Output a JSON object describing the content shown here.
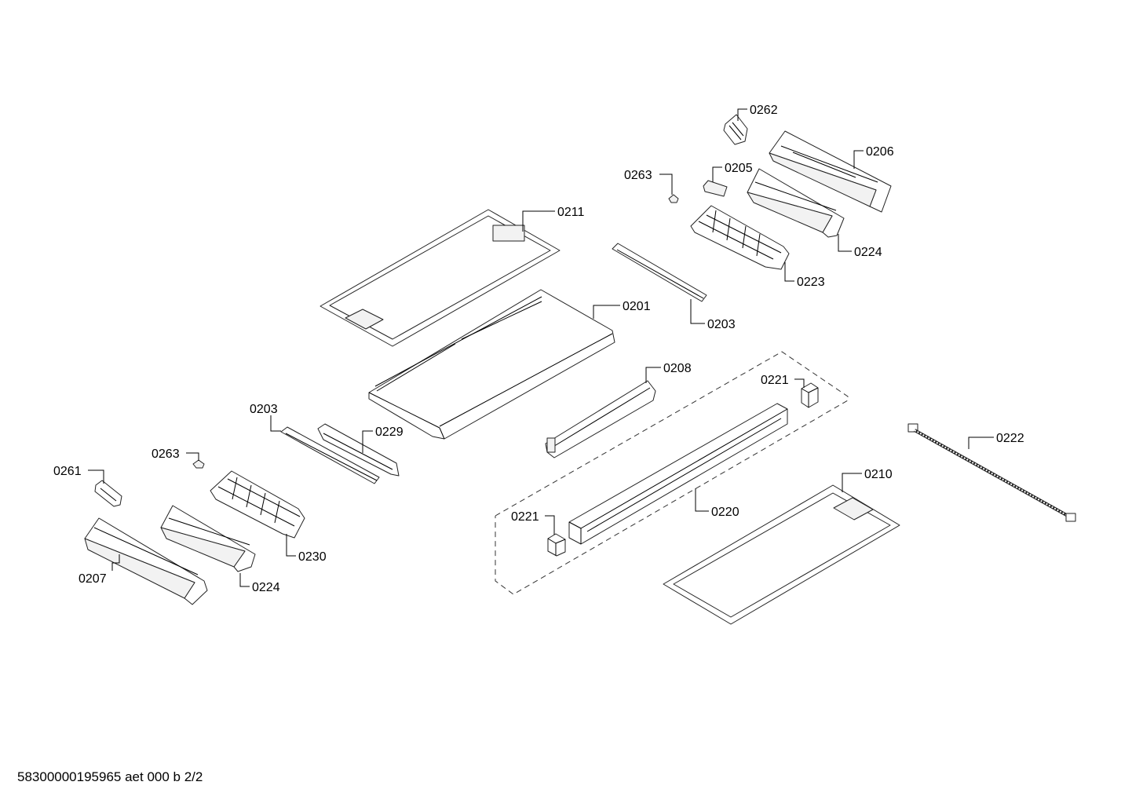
{
  "labels": {
    "p0262": "0262",
    "p0206": "0206",
    "p0263a": "0263",
    "p0205": "0205",
    "p0211": "0211",
    "p0224a": "0224",
    "p0223": "0223",
    "p0201": "0201",
    "p0203a": "0203",
    "p0208": "0208",
    "p0221a": "0221",
    "p0203b": "0203",
    "p0229": "0229",
    "p0222": "0222",
    "p0263b": "0263",
    "p0261": "0261",
    "p0210": "0210",
    "p0221b": "0221",
    "p0220": "0220",
    "p0230": "0230",
    "p0207": "0207",
    "p0224b": "0224"
  },
  "footer": "58300000195965 aet 000 b 2/2"
}
